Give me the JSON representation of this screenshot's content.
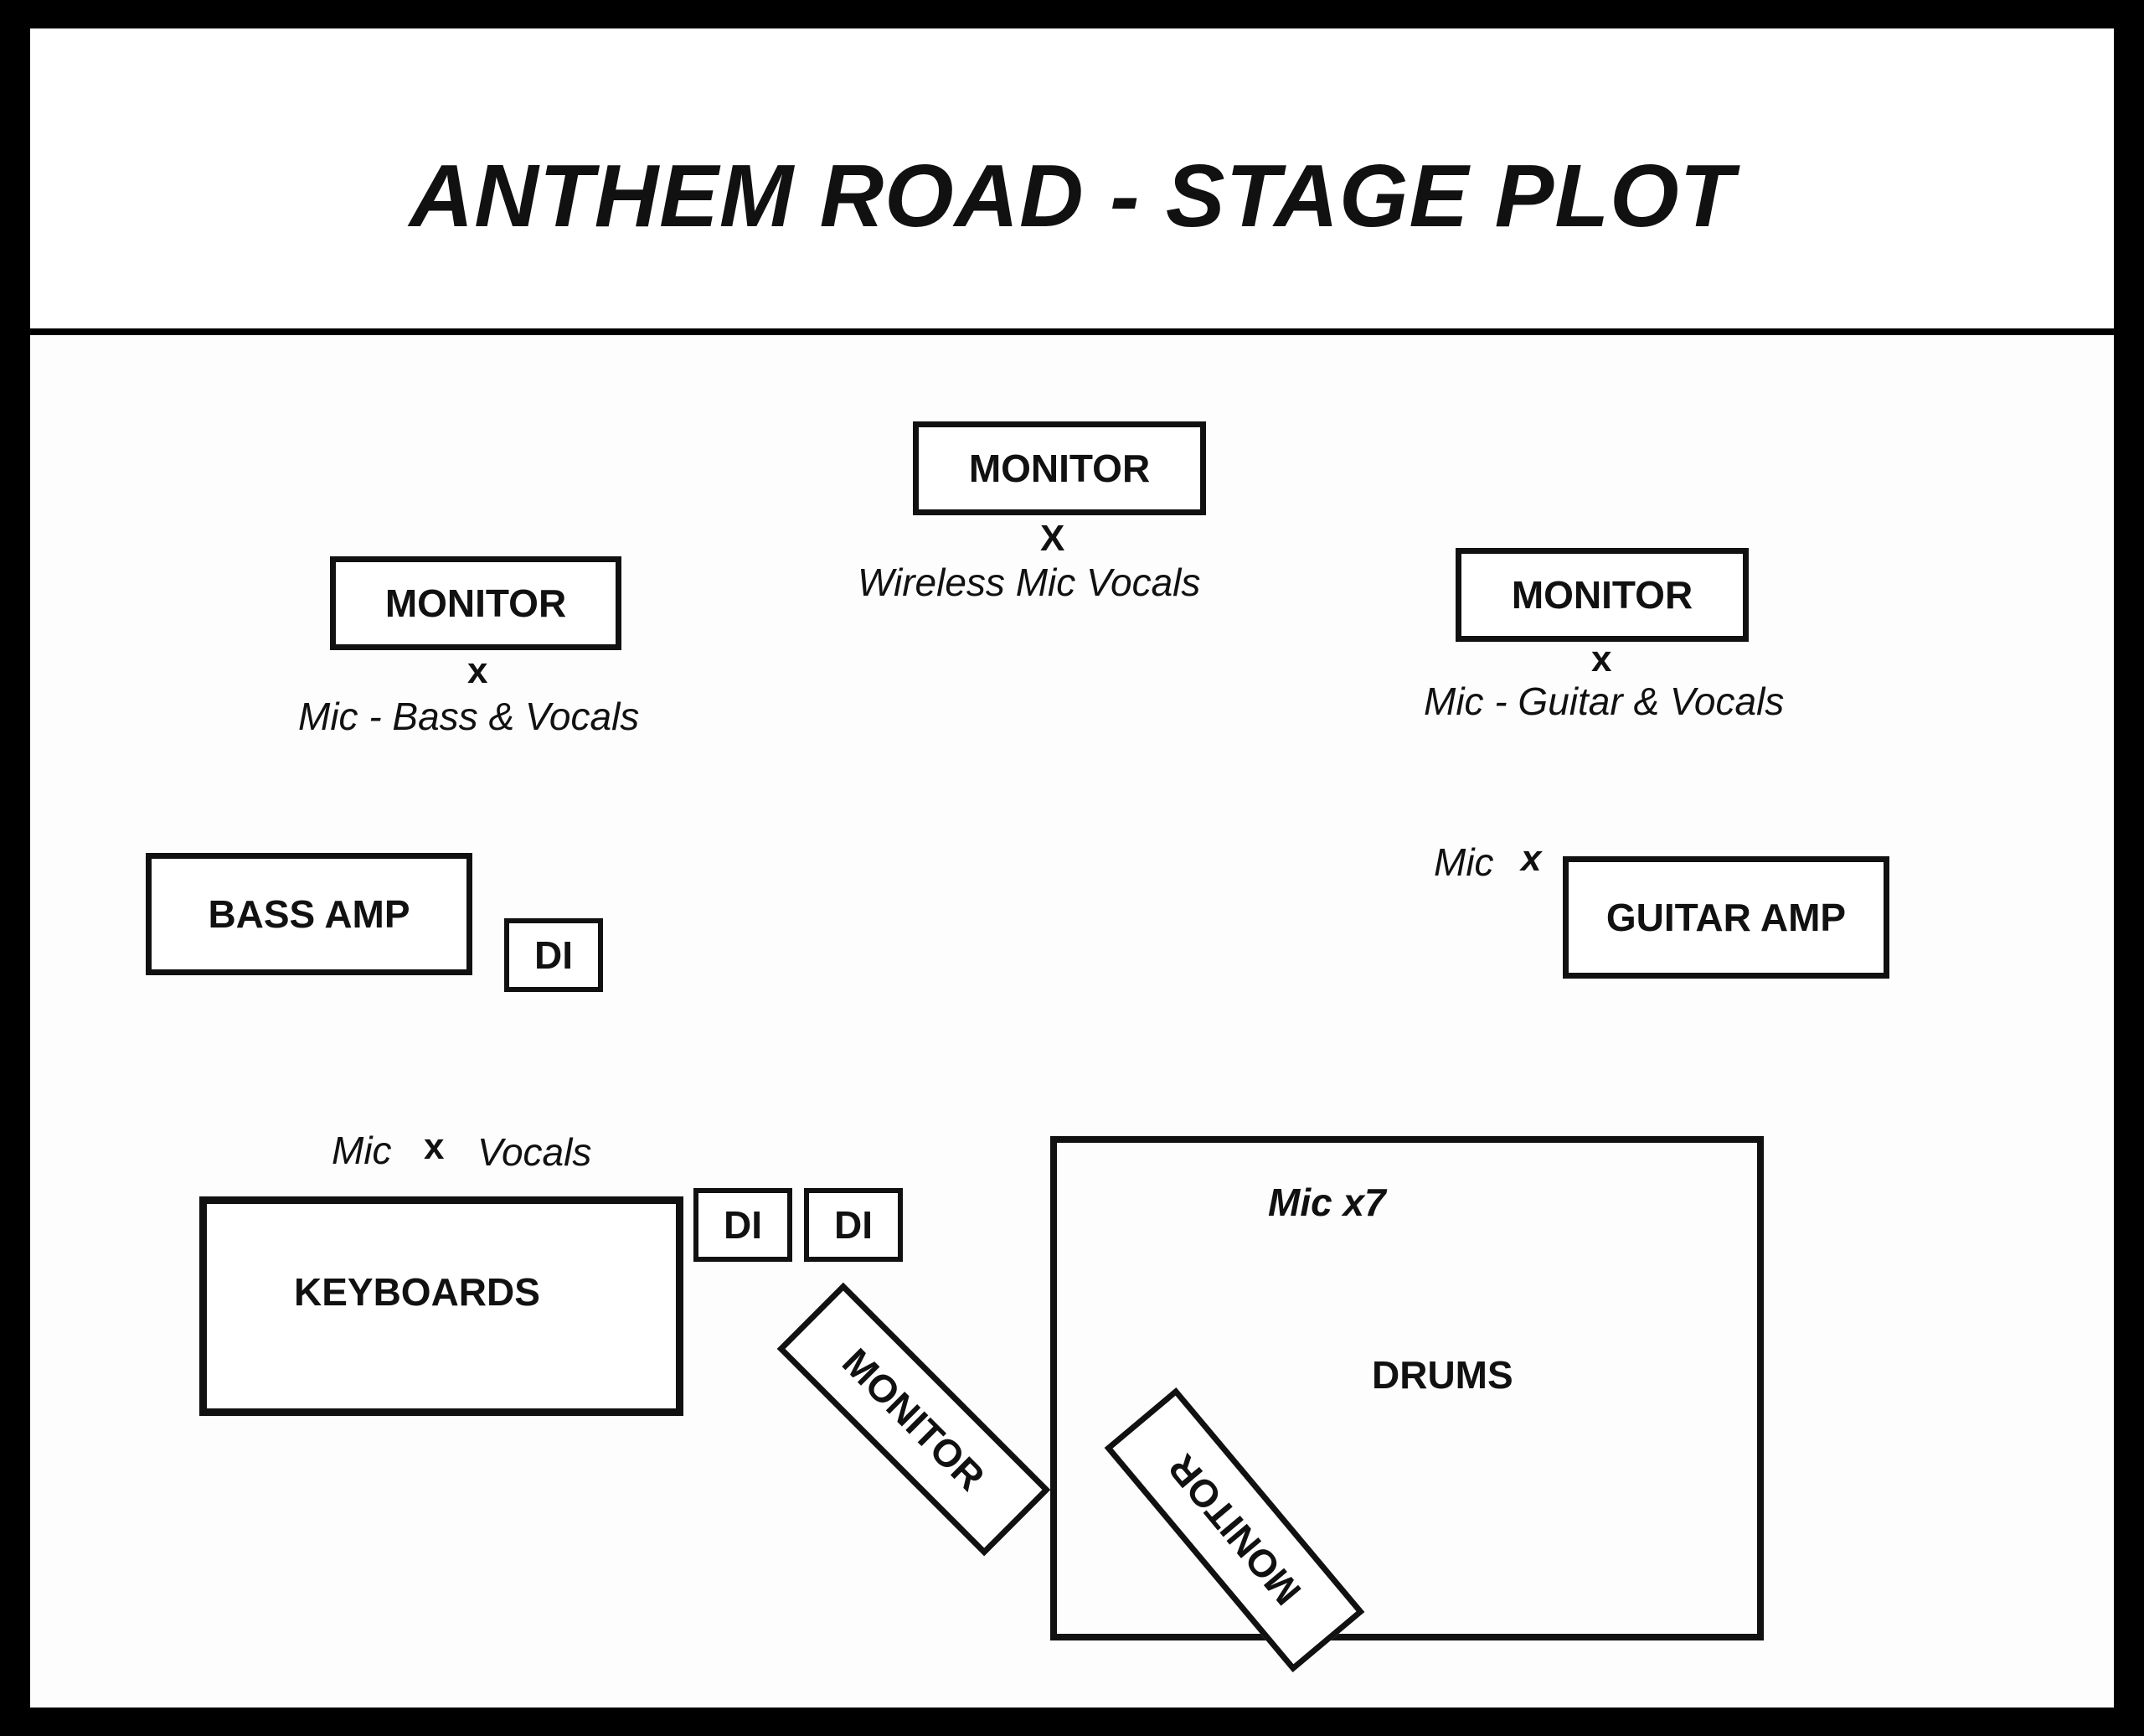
{
  "title": "ANTHEM ROAD - STAGE PLOT",
  "boxes": {
    "monitor_center": "MONITOR",
    "monitor_left": "MONITOR",
    "monitor_right": "MONITOR",
    "bass_amp": "BASS AMP",
    "di_bass": "DI",
    "guitar_amp": "GUITAR AMP",
    "keyboards": "KEYBOARDS",
    "di_keys_1": "DI",
    "di_keys_2": "DI",
    "monitor_keys": "MONITOR",
    "drums": "DRUMS",
    "monitor_drums": "MONITOR"
  },
  "labels": {
    "mark_center": "X",
    "center_mic": "Wireless Mic Vocals",
    "mark_left": "x",
    "left_mic": "Mic - Bass & Vocals",
    "mark_right": "x",
    "right_mic": "Mic - Guitar & Vocals",
    "guitar_mic_word": "Mic",
    "guitar_mic_mark": "x",
    "keys_mic_word": "Mic",
    "keys_mic_mark": "x",
    "keys_mic_vocals": "Vocals",
    "drums_mics": "Mic x7"
  }
}
